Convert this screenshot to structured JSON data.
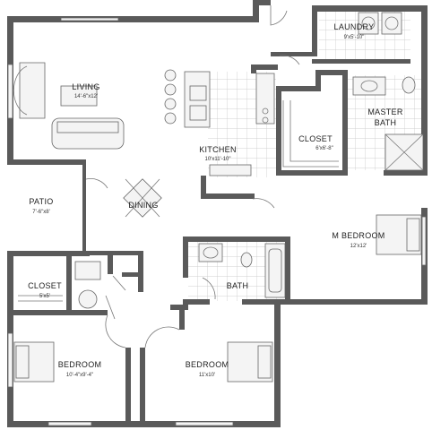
{
  "rooms": {
    "laundry": {
      "name": "LAUNDRY",
      "dims": "9'x5'-10\""
    },
    "living": {
      "name": "LIVING",
      "dims": "14'-6\"x12'"
    },
    "master_bath": {
      "name_line1": "MASTER",
      "name_line2": "BATH"
    },
    "closet_master": {
      "name": "CLOSET",
      "dims": "6'x6'-8\""
    },
    "kitchen": {
      "name": "KITCHEN",
      "dims": "10'x11'-10\""
    },
    "patio": {
      "name": "PATIO",
      "dims": "7'-6\"x8'"
    },
    "dining": {
      "name": "DINING"
    },
    "m_bedroom": {
      "name": "M BEDROOM",
      "dims": "12'x12'"
    },
    "closet_small": {
      "name": "CLOSET",
      "dims": "5'x5'"
    },
    "bath": {
      "name": "BATH"
    },
    "bedroom1": {
      "name": "BEDROOM",
      "dims": "10'-4\"x9'-4\""
    },
    "bedroom2": {
      "name": "BEDROOM",
      "dims": "11'x10'"
    }
  },
  "colors": {
    "wall": "#5a5a5a",
    "tile_line": "#bdbdbd",
    "background": "#ffffff"
  }
}
